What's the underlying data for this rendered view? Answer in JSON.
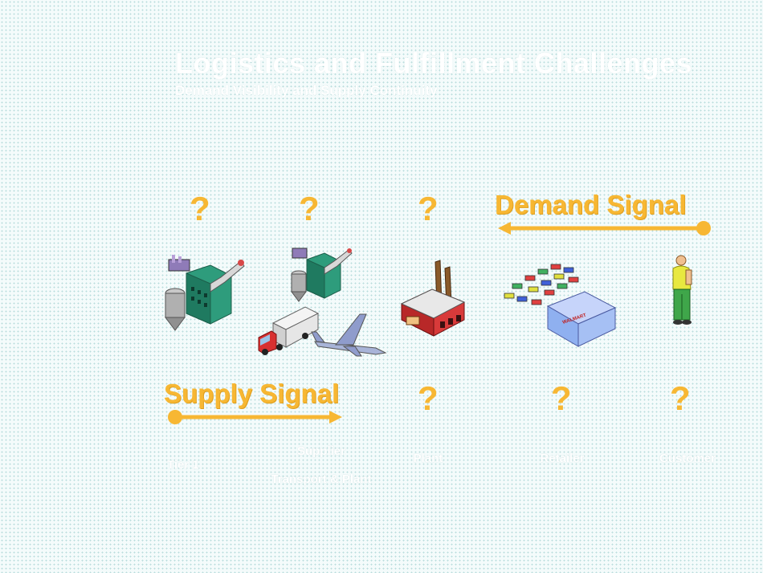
{
  "title": "Logistics and Fulfillment Challenges",
  "subtitle": "Demand Visibility and Supply Continuity",
  "demand_signal": {
    "label": "Demand Signal",
    "question_marks": [
      "?",
      "?",
      "?"
    ]
  },
  "supply_signal": {
    "label": "Supply Signal",
    "question_marks": [
      "?",
      "?",
      "?"
    ]
  },
  "captions": {
    "tier": "Tier 1",
    "supplier": "Supplier",
    "transport": "Transport & Plant",
    "plant": "Plant",
    "retailer": "Retailer",
    "customer": "Customer"
  },
  "store_sign": "WALMART",
  "colors": {
    "accent": "#f7b733",
    "plant_green": "#2e9c7c",
    "factory_red": "#d83a3a",
    "store_blue": "#8fb0f0"
  },
  "icons": [
    "supplier-plant-icon",
    "tier-plant-icon",
    "truck-icon",
    "airplane-icon",
    "factory-icon",
    "retail-store-icon",
    "customer-icon"
  ]
}
